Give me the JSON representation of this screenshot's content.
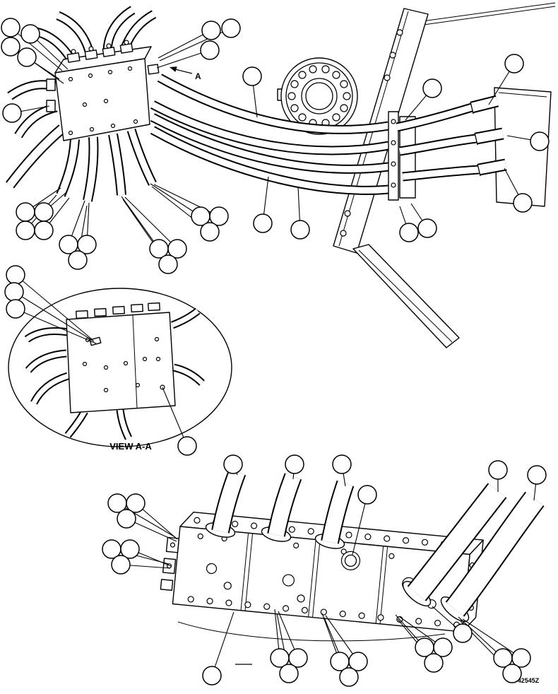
{
  "page": {
    "background": "#ffffff",
    "ink": "#000000"
  },
  "labels": {
    "view_label": "VIEW A-A",
    "section_arrow": "A",
    "figure_number": "42545Z"
  },
  "callouts": {
    "radius": 13,
    "items": [
      [
        15,
        39,
        88,
        100
      ],
      [
        43,
        48,
        96,
        98
      ],
      [
        15,
        66,
        84,
        112
      ],
      [
        38,
        81,
        90,
        118
      ],
      [
        17,
        160,
        70,
        150
      ],
      [
        299,
        43,
        224,
        82
      ],
      [
        327,
        40,
        226,
        86
      ],
      [
        297,
        71,
        222,
        96
      ],
      [
        357,
        108,
        364,
        166
      ],
      [
        36,
        300,
        86,
        266
      ],
      [
        62,
        300,
        94,
        272
      ],
      [
        36,
        326,
        80,
        276
      ],
      [
        62,
        326,
        98,
        280
      ],
      [
        97,
        346,
        120,
        284
      ],
      [
        123,
        346,
        126,
        287
      ],
      [
        110,
        368,
        123,
        291
      ],
      [
        225,
        352,
        172,
        278
      ],
      [
        251,
        352,
        177,
        279
      ],
      [
        238,
        374,
        174,
        282
      ],
      [
        284,
        306,
        213,
        260
      ],
      [
        310,
        306,
        218,
        261
      ],
      [
        297,
        328,
        215,
        264
      ],
      [
        372,
        316,
        380,
        250
      ],
      [
        425,
        325,
        422,
        264
      ],
      [
        612,
        125,
        574,
        170
      ],
      [
        728,
        90,
        692,
        148
      ],
      [
        764,
        200,
        718,
        192
      ],
      [
        740,
        287,
        714,
        238
      ],
      [
        579,
        329,
        566,
        292
      ],
      [
        605,
        323,
        582,
        288
      ],
      [
        22,
        389,
        130,
        480
      ],
      [
        20,
        413,
        133,
        483
      ],
      [
        22,
        437,
        136,
        486
      ],
      [
        265,
        631,
        230,
        548
      ],
      [
        330,
        657,
        336,
        672
      ],
      [
        417,
        657,
        415,
        678
      ],
      [
        484,
        657,
        489,
        688
      ],
      [
        520,
        700,
        499,
        785
      ],
      [
        705,
        665,
        705,
        696
      ],
      [
        760,
        672,
        756,
        708
      ],
      [
        166,
        712,
        248,
        760
      ],
      [
        192,
        712,
        251,
        763
      ],
      [
        179,
        734,
        250,
        766
      ],
      [
        158,
        777,
        239,
        798
      ],
      [
        184,
        777,
        242,
        801
      ],
      [
        171,
        799,
        241,
        804
      ],
      [
        300,
        956,
        331,
        866
      ],
      [
        396,
        931,
        389,
        862
      ],
      [
        422,
        931,
        394,
        865
      ],
      [
        409,
        953,
        392,
        868
      ],
      [
        481,
        936,
        456,
        868
      ],
      [
        507,
        936,
        461,
        871
      ],
      [
        494,
        958,
        459,
        874
      ],
      [
        601,
        916,
        560,
        870
      ],
      [
        627,
        916,
        566,
        873
      ],
      [
        614,
        938,
        563,
        876
      ],
      [
        655,
        896,
        612,
        858
      ],
      [
        712,
        931,
        649,
        873
      ],
      [
        738,
        931,
        655,
        876
      ],
      [
        725,
        953,
        652,
        879
      ]
    ]
  }
}
